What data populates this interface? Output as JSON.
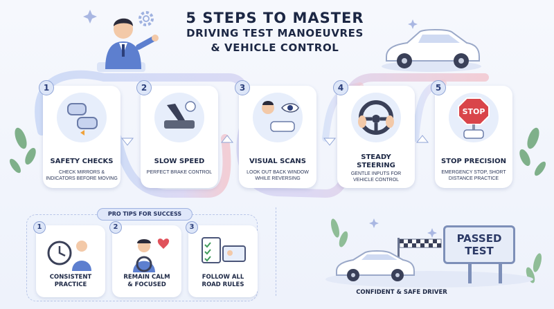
{
  "title": {
    "line1": "5 STEPS TO MASTER",
    "line2": "DRIVING TEST MANOEUVRES",
    "line3": "& VEHICLE CONTROL"
  },
  "steps": [
    {
      "number": "1",
      "title": "SAFETY CHECKS",
      "description": "CHECK MIRRORS & INDICATORS BEFORE MOVING",
      "icon": "mirror-icon"
    },
    {
      "number": "2",
      "title": "SLOW SPEED",
      "description": "PERFECT BRAKE CONTROL",
      "icon": "brake-pedal-icon"
    },
    {
      "number": "3",
      "title": "VISUAL SCANS",
      "description": "LOOK OUT BACK WINDOW while reversing",
      "icon": "eye-icon"
    },
    {
      "number": "4",
      "title": "STEADY STEERING",
      "description": "GENTLE INPUTS FOR VEHICLE CONTROL",
      "icon": "steering-wheel-icon"
    },
    {
      "number": "5",
      "title": "STOP PRECISION",
      "description": "EMERGENCY STOP, SHORT DISTANCE PRACTICE",
      "icon": "stop-sign-icon"
    }
  ],
  "stop_sign_text": "STOP",
  "tips": {
    "label": "PRO TIPS FOR SUCCESS",
    "items": [
      {
        "number": "1",
        "title": "CONSISTENT PRACTICE",
        "icon": "clock-icon"
      },
      {
        "number": "2",
        "title": "REMAIN CALM & FOCUSED",
        "icon": "heart-icon"
      },
      {
        "number": "3",
        "title": "FOLLOW ALL ROAD RULES",
        "icon": "checklist-icon"
      }
    ]
  },
  "sign_text": "PASSED TEST",
  "caption": "CONFIDENT & SAFE DRIVER",
  "colors": {
    "accent": "#8ea3d6",
    "card": "#ffffff",
    "path_gradient_start": "#c9d8f6",
    "path_gradient_end": "#f2c7cf",
    "stop_red": "#d9454a"
  }
}
